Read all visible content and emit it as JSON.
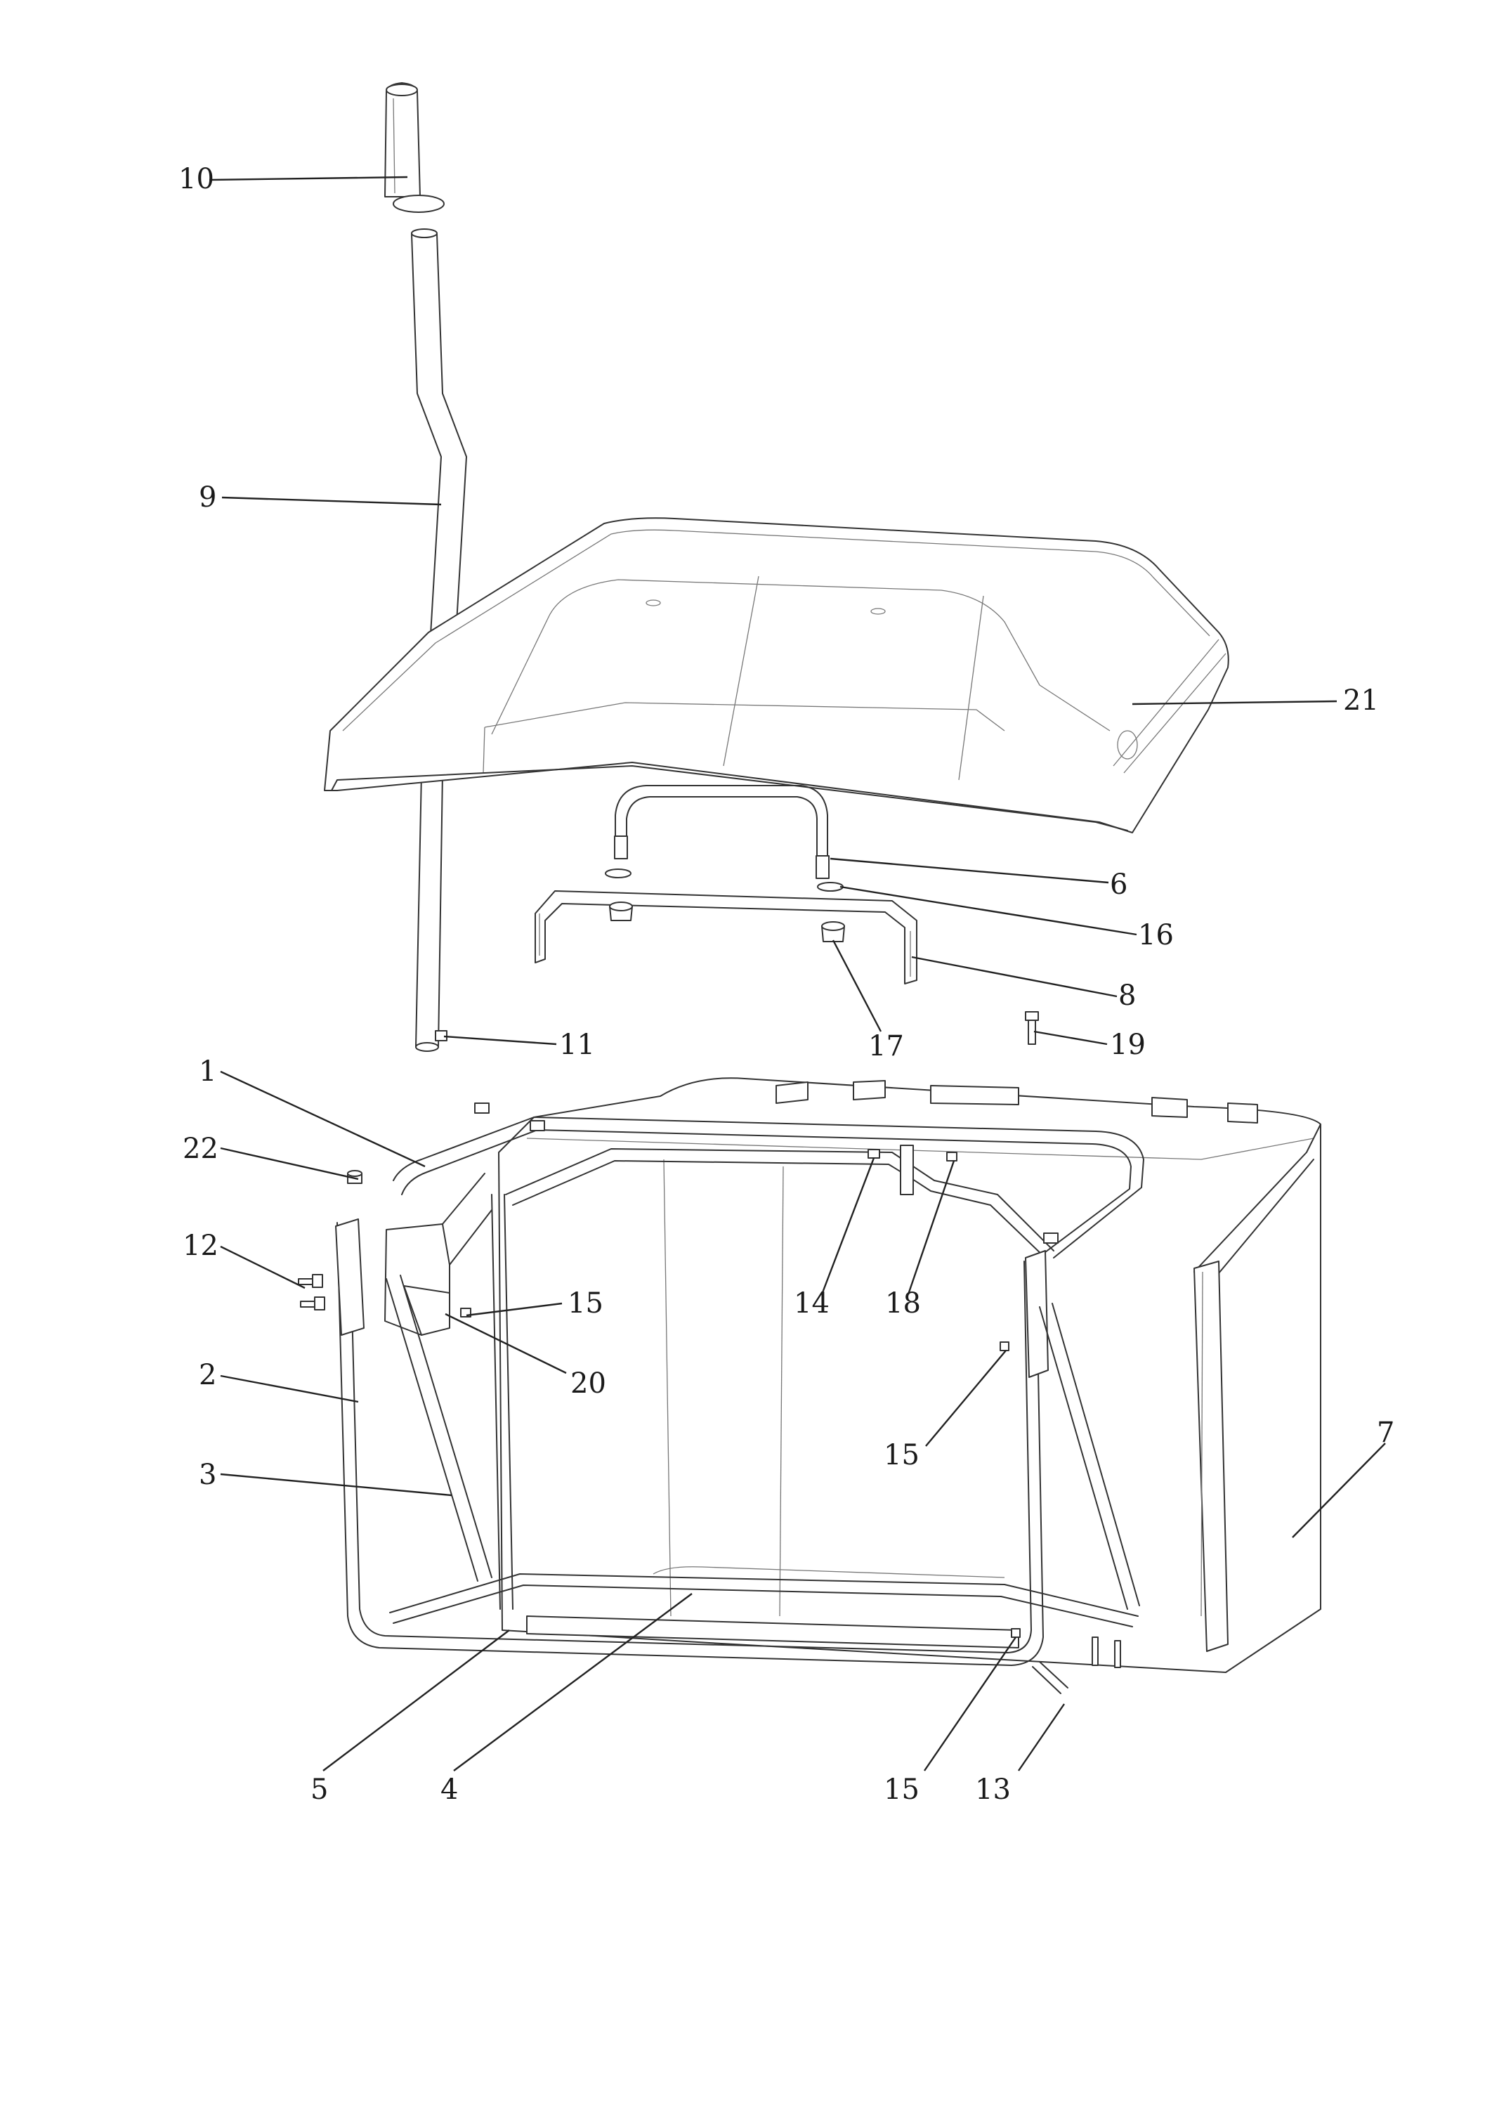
{
  "diagram": {
    "callouts": [
      {
        "id": "c10",
        "text": "10"
      },
      {
        "id": "c9",
        "text": "9"
      },
      {
        "id": "c21",
        "text": "21"
      },
      {
        "id": "c6",
        "text": "6"
      },
      {
        "id": "c16",
        "text": "16"
      },
      {
        "id": "c8",
        "text": "8"
      },
      {
        "id": "c11",
        "text": "11"
      },
      {
        "id": "c17",
        "text": "17"
      },
      {
        "id": "c19",
        "text": "19"
      },
      {
        "id": "c1",
        "text": "1"
      },
      {
        "id": "c22",
        "text": "22"
      },
      {
        "id": "c12",
        "text": "12"
      },
      {
        "id": "c15a",
        "text": "15"
      },
      {
        "id": "c20",
        "text": "20"
      },
      {
        "id": "c14",
        "text": "14"
      },
      {
        "id": "c18",
        "text": "18"
      },
      {
        "id": "c2",
        "text": "2"
      },
      {
        "id": "c15b",
        "text": "15"
      },
      {
        "id": "c7",
        "text": "7"
      },
      {
        "id": "c3",
        "text": "3"
      },
      {
        "id": "c5",
        "text": "5"
      },
      {
        "id": "c4",
        "text": "4"
      },
      {
        "id": "c15c",
        "text": "15"
      },
      {
        "id": "c13",
        "text": "13"
      }
    ]
  }
}
